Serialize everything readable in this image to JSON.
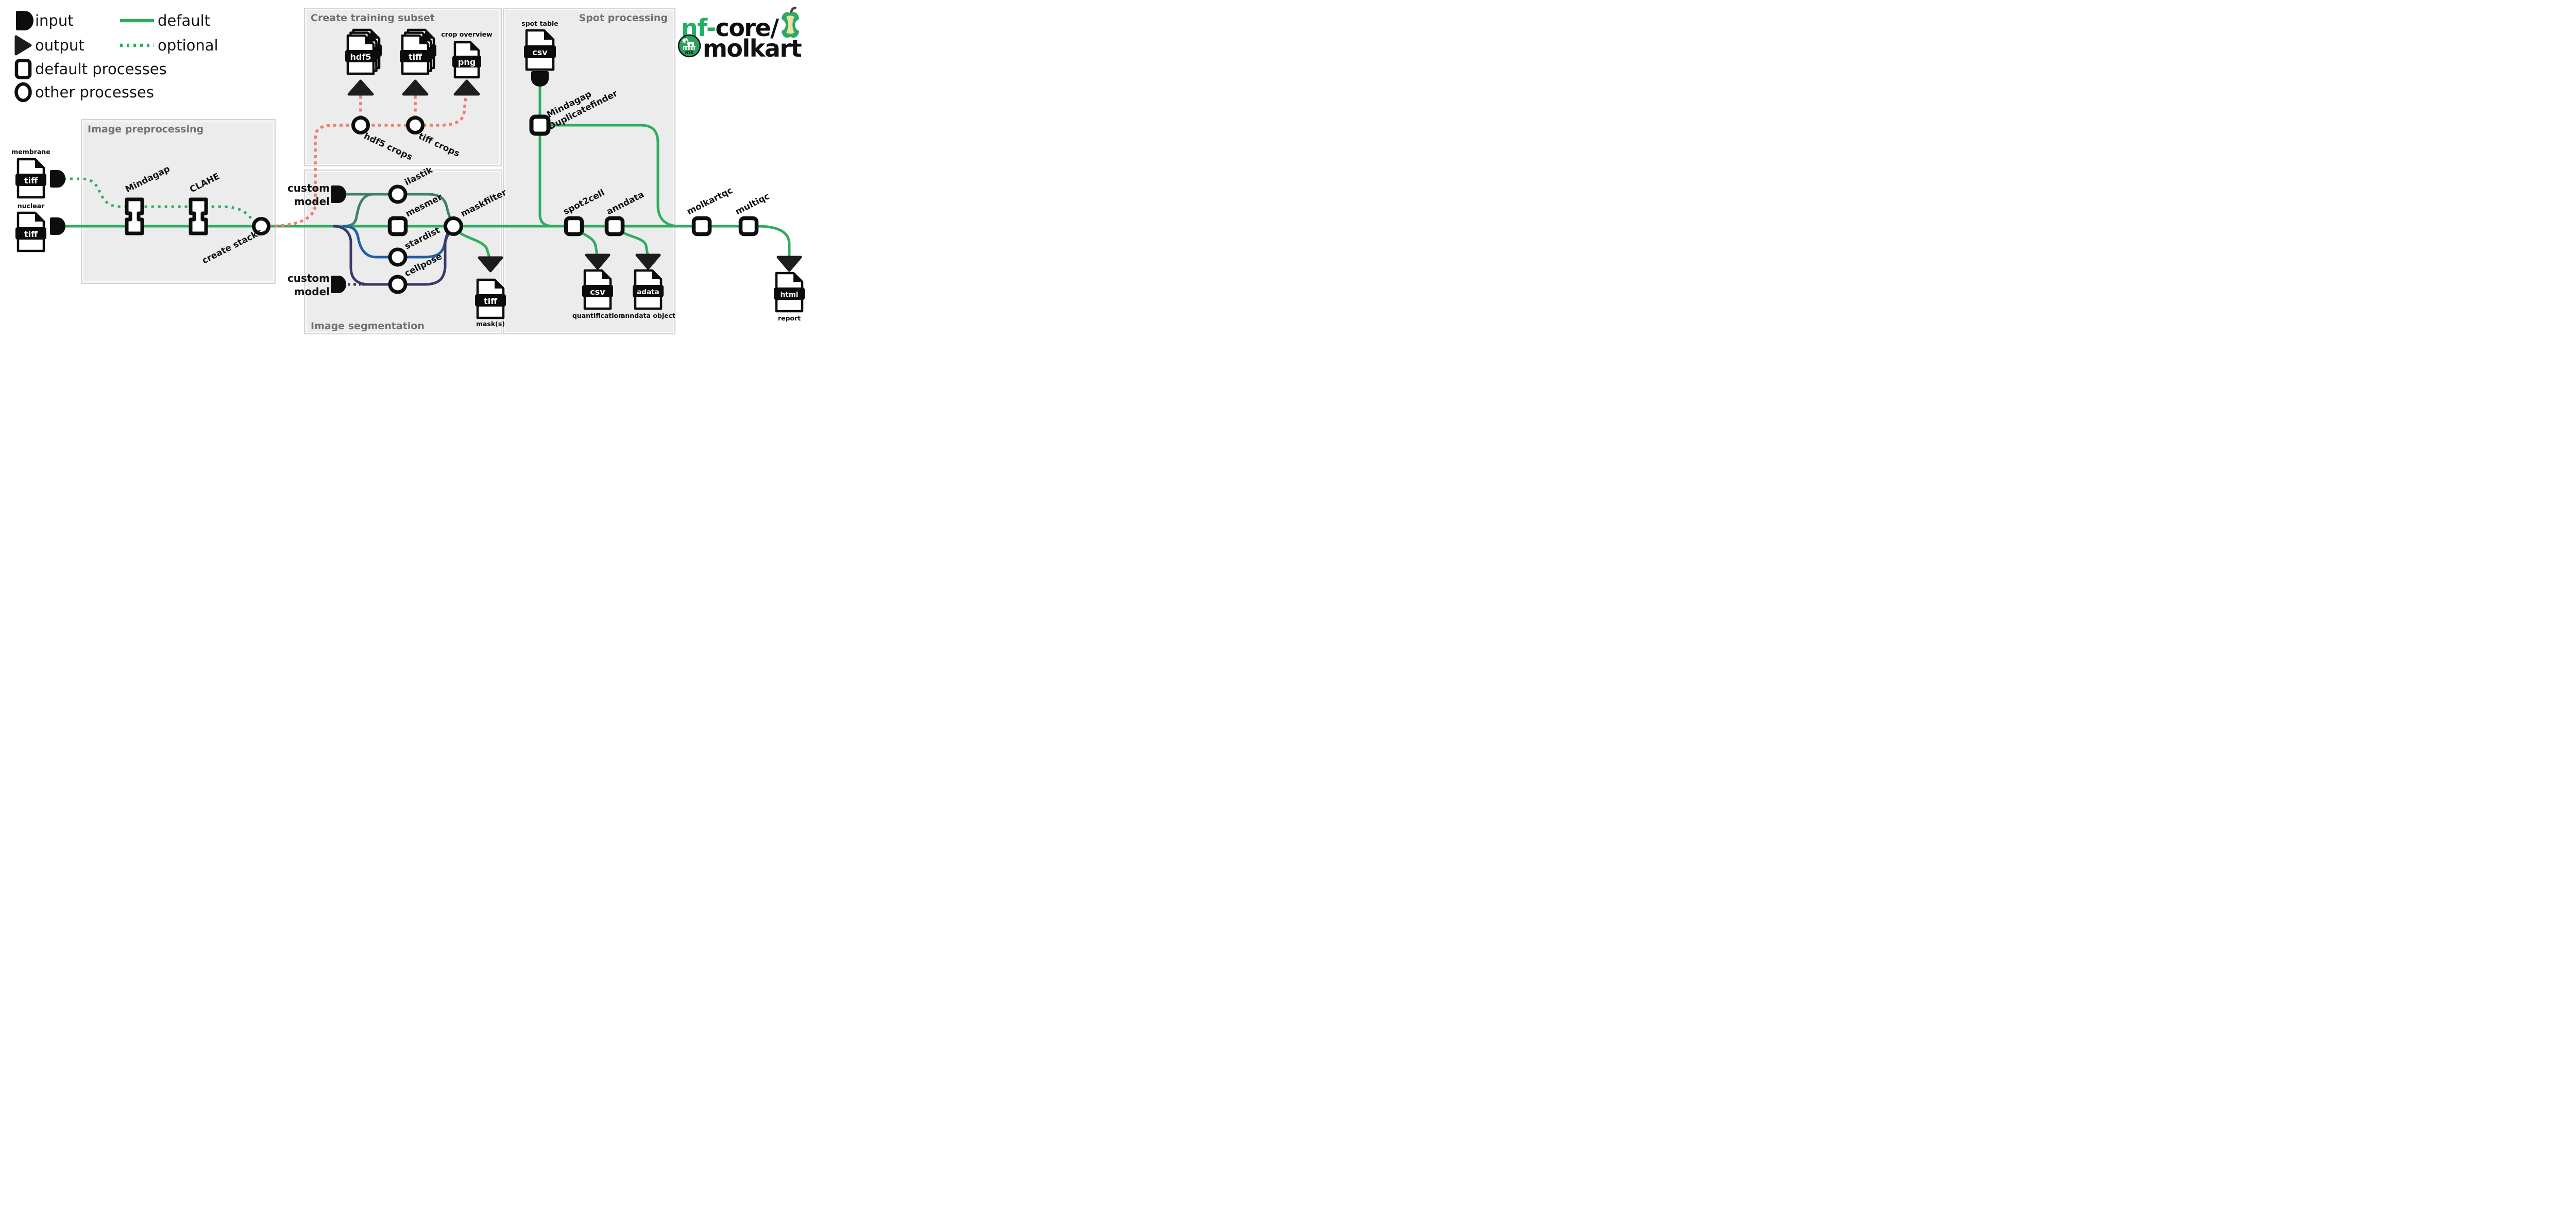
{
  "colors": {
    "default_line": "#2ead61",
    "optional_salmon": "#ee7e6b",
    "ilastik_teal": "#3f7e6b",
    "stardist_blue": "#1f60a4",
    "cellpose_navy": "#3a3968",
    "panel_gray": "#ececec",
    "nfcore_green": "#24b064"
  },
  "legend": {
    "items": [
      {
        "icon": "input-icon",
        "label": "input"
      },
      {
        "icon": "output-icon",
        "label": "output"
      },
      {
        "icon": "square-icon",
        "label": "default processes"
      },
      {
        "icon": "circle-icon",
        "label": "other processes"
      }
    ],
    "lines": [
      {
        "style": "solid",
        "label": "default"
      },
      {
        "style": "dotted",
        "label": "optional"
      }
    ]
  },
  "panels": {
    "preprocessing": "Image preprocessing",
    "training": "Create training subset",
    "segmentation": "Image segmentation",
    "spot": "Spot processing"
  },
  "logo": {
    "green": "nf-",
    "black": "core/",
    "name": "molkart",
    "badge": "mk"
  },
  "inputs": {
    "membrane": "membrane",
    "nuclear": "nuclear",
    "custom_model": [
      "custom",
      "model"
    ],
    "spot_table": "spot table"
  },
  "processes": {
    "mindagap": "Mindagap",
    "clahe": "CLAHE",
    "create_stacks": "create stacks",
    "hdf5_crops": "hdf5 crops",
    "tiff_crops": "tiff crops",
    "ilastik": "ilastik",
    "mesmer": "mesmer",
    "stardist": "stardist",
    "cellpose": "cellpose",
    "maskfilter": "maskfilter",
    "mindagap_duplicatefinder": [
      "Mindagap",
      "Duplicatefinder"
    ],
    "spot2cell": "spot2cell",
    "anndata": "anndata",
    "molkartqc": "molkartqc",
    "multiqc": "multiqc"
  },
  "files": {
    "membrane_type": "tiff",
    "nuclear_type": "tiff",
    "hdf5_type": "hdf5",
    "tiff_type": "tiff",
    "png_type": "png",
    "crop_overview": "crop overview",
    "spot_table_type": "csv",
    "masks_type": "tiff",
    "masks_label": "mask(s)",
    "quantification_type": "csv",
    "quantification_label": "quantification",
    "anndata_type": "adata",
    "anndata_label": "anndata object",
    "report_type": "html",
    "report_label": "report"
  }
}
